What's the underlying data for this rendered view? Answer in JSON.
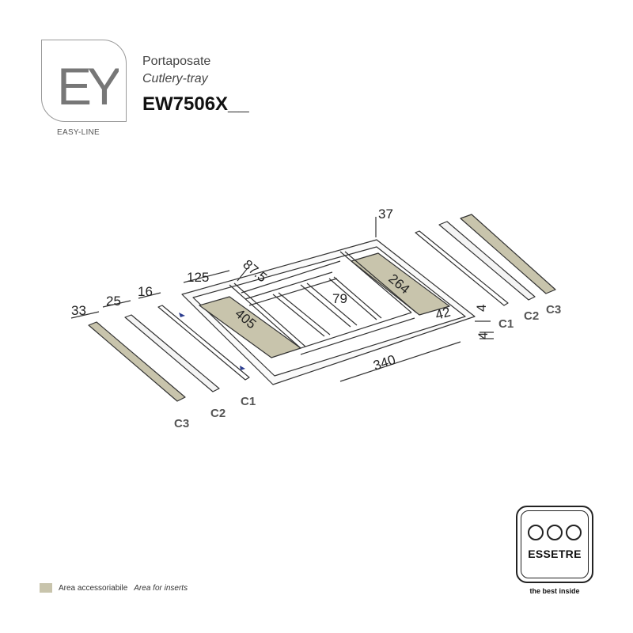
{
  "logo": {
    "letters": "EY",
    "label": "EASY-LINE"
  },
  "title": {
    "italian": "Portaposate",
    "english": "Cutlery-tray",
    "code": "EW7506X__"
  },
  "dimensions": {
    "d37": "37",
    "d87_5": "87.5",
    "d125": "125",
    "d264": "264",
    "d79": "79",
    "d42": "42",
    "d405": "405",
    "d340": "340",
    "d33": "33",
    "d25": "25",
    "d16": "16",
    "d4a": "4",
    "d4b": "4"
  },
  "parts": {
    "c1_left": "C1",
    "c2_left": "C2",
    "c3_left": "C3",
    "c1_right": "C1",
    "c2_right": "C2",
    "c3_right": "C3"
  },
  "legend": {
    "italian": "Area accessoriabile",
    "english": "Area for inserts"
  },
  "brand": {
    "name": "ESSETRE",
    "tagline": "the best inside"
  },
  "colors": {
    "insert_area": "#c8c4ac",
    "line": "#333333",
    "accent_marker": "#2c3d8f"
  }
}
